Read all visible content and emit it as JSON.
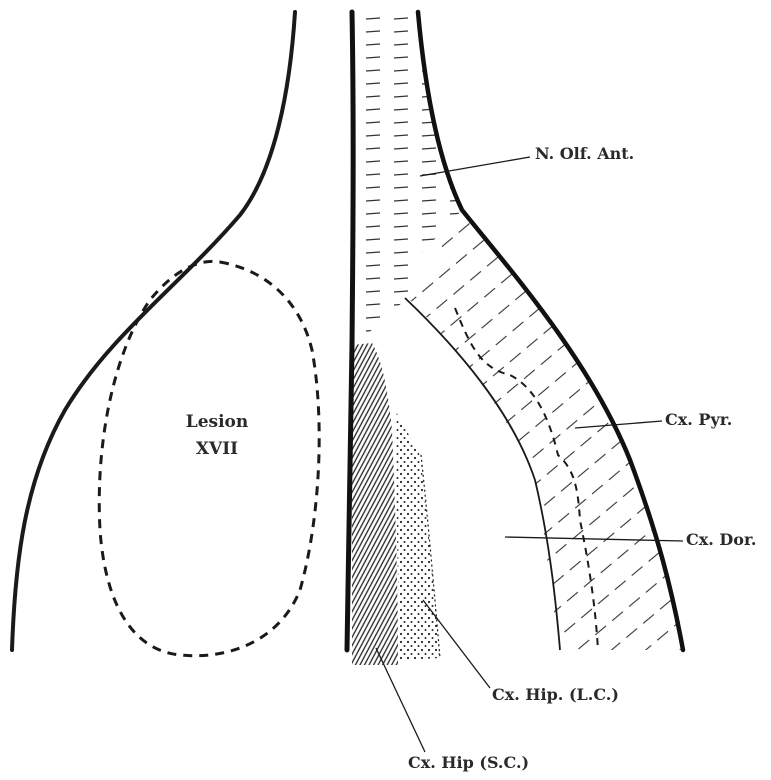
{
  "colors": {
    "ink": "#2a2a2a",
    "paper": "#ffffff"
  },
  "lesion": {
    "line1": "Lesion",
    "line2": "XVII"
  },
  "labels": {
    "n_olf_ant": "N. Olf. Ant.",
    "cx_pyr": "Cx. Pyr.",
    "cx_dor": "Cx. Dor.",
    "cx_hip_lc": "Cx. Hip. (L.C.)",
    "cx_hip_sc": "Cx. Hip (S.C.)"
  }
}
